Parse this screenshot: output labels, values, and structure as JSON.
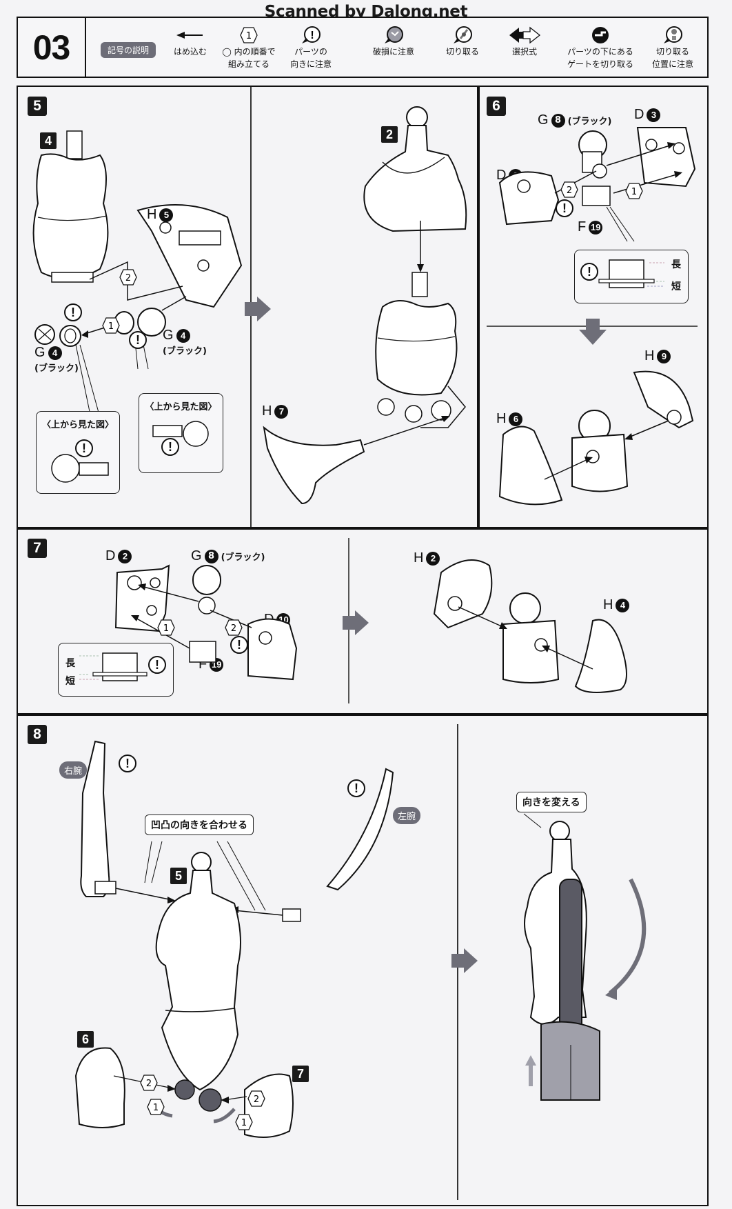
{
  "watermark": "Scanned by Dalong.net",
  "header": {
    "page_number": "03",
    "legend_title": "記号の説明",
    "legend": [
      {
        "icon": "push-in-arrow-icon",
        "line1": "はめ込む",
        "line2": ""
      },
      {
        "icon": "hex-order-icon",
        "glyph": "1",
        "line1": "◯ 内の順番で",
        "line2": "組み立てる"
      },
      {
        "icon": "orientation-caution-icon",
        "glyph": "!",
        "line1": "パーツの",
        "line2": "向きに注意"
      },
      {
        "icon": "breakage-caution-icon",
        "line1": "破損に注意",
        "line2": ""
      },
      {
        "icon": "cut-off-icon",
        "line1": "切り取る",
        "line2": ""
      },
      {
        "icon": "selection-arrows-icon",
        "line1": "選択式",
        "line2": ""
      },
      {
        "icon": "gate-under-part-icon",
        "line1": "パーツの下にある",
        "line2": "ゲートを切り取る"
      },
      {
        "icon": "cut-position-caution-icon",
        "line1": "切り取る",
        "line2": "位置に注意"
      }
    ]
  },
  "step5": {
    "number": "5",
    "sub_assembly": "4",
    "part_h5": {
      "letter": "H",
      "num": "5"
    },
    "part_g4_left": {
      "letter": "G",
      "num": "4",
      "color": "(ブラック)"
    },
    "part_g4_right": {
      "letter": "G",
      "num": "4",
      "color": "(ブラック)"
    },
    "order_1": "1",
    "order_2": "2",
    "callout_left_title": "〈上から見た図〉",
    "callout_right_title": "〈上から見た図〉",
    "sub_assembly_2": "2",
    "part_h7": {
      "letter": "H",
      "num": "7"
    }
  },
  "step6": {
    "number": "6",
    "part_g8": {
      "letter": "G",
      "num": "8",
      "color": "(ブラック)"
    },
    "part_d3": {
      "letter": "D",
      "num": "3"
    },
    "part_d9": {
      "letter": "D",
      "num": "9"
    },
    "part_f19": {
      "letter": "F",
      "num": "19"
    },
    "order_1": "1",
    "order_2": "2",
    "long_label": "長",
    "short_label": "短",
    "part_h9": {
      "letter": "H",
      "num": "9"
    },
    "part_h6": {
      "letter": "H",
      "num": "6"
    }
  },
  "step7": {
    "number": "7",
    "part_d2": {
      "letter": "D",
      "num": "2"
    },
    "part_g8": {
      "letter": "G",
      "num": "8",
      "color": "(ブラック)"
    },
    "part_d10": {
      "letter": "D",
      "num": "10"
    },
    "part_f19": {
      "letter": "F",
      "num": "19"
    },
    "order_1": "1",
    "order_2": "2",
    "long_label": "長",
    "short_label": "短",
    "part_h2": {
      "letter": "H",
      "num": "2"
    },
    "part_h4": {
      "letter": "H",
      "num": "4"
    }
  },
  "step8": {
    "number": "8",
    "right_arm": "右腕",
    "left_arm": "左腕",
    "align_note": "凹凸の向きを合わせる",
    "sub_5": "5",
    "sub_6": "6",
    "sub_7": "7",
    "order_1": "1",
    "order_2": "2",
    "rotate_note": "向きを変える"
  },
  "colors": {
    "ink": "#111111",
    "paper": "#f4f4f6",
    "badge": "#1a1a1a",
    "pill": "#6d6d78",
    "arrow": "#6e6e78",
    "dark_part": "#5a5a64"
  }
}
